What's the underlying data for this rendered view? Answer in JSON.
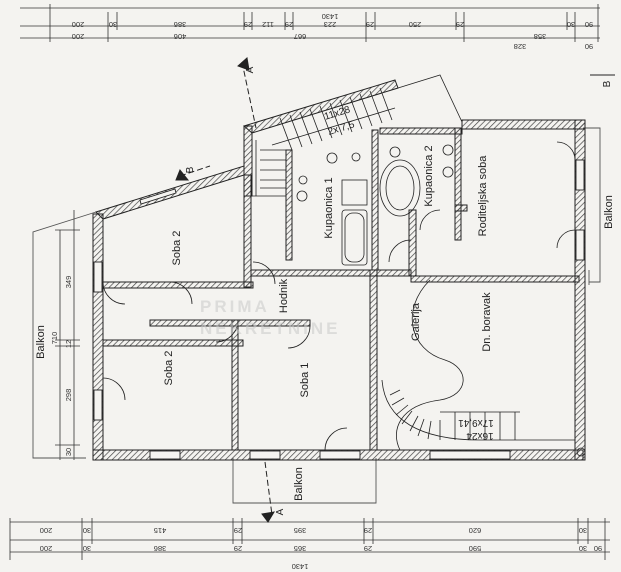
{
  "rooms": {
    "soba2_top": "Soba 2",
    "soba2_bottom": "Soba 2",
    "soba1": "Soba 1",
    "hodnik": "Hodnik",
    "galerija": "Galerija",
    "dnevni_boravak": "Dn. boravak",
    "roditeljska_soba": "Roditeljska soba",
    "kupaonica1": "Kupaonica 1",
    "kupaonica2": "Kupaonica 2",
    "balkon_left": "Balkon",
    "balkon_right": "Balkon",
    "balkon_bottom": "Balkon"
  },
  "stairs": {
    "top_line1": "11x28",
    "top_line2": "2x 7,5",
    "bottom_line1": "17x9,41",
    "bottom_line2": "16x24"
  },
  "section_marks": {
    "a_top": "A",
    "a_bottom": "A",
    "b_left": "B",
    "b_right": "B"
  },
  "dims_top_row1": [
    "200",
    "30",
    "386",
    "29",
    "112",
    "29",
    "223",
    "29",
    "250",
    "29",
    "328",
    "30",
    "90"
  ],
  "dims_top_row2": [
    "200",
    "406",
    "667",
    "358",
    "90"
  ],
  "dims_top_total": "1430",
  "dims_bottom_row1": [
    "200",
    "30",
    "415",
    "29",
    "395",
    "29",
    "620",
    "30"
  ],
  "dims_bottom_row2": [
    "200",
    "30",
    "386",
    "29",
    "365",
    "29",
    "590",
    "30",
    "90"
  ],
  "dims_bottom_total": "1430",
  "dims_left": [
    "349",
    "710",
    "12",
    "298",
    "30"
  ],
  "watermark": {
    "line1": "PRIMA",
    "line2": "NEKRETNINE"
  }
}
